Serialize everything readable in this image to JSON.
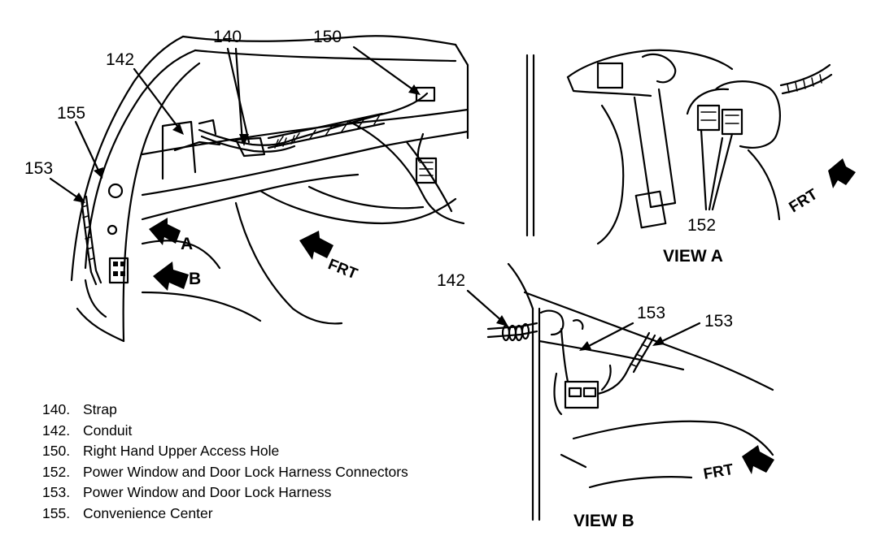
{
  "callouts": {
    "c140": "140",
    "c142": "142",
    "c150": "150",
    "c155": "155",
    "c153": "153",
    "c152": "152",
    "c142b": "142",
    "c153b1": "153",
    "c153b2": "153"
  },
  "arrows": {
    "a": "A",
    "b": "B",
    "frt_main": "FRT",
    "frt_view_a": "FRT",
    "frt_view_b": "FRT"
  },
  "views": {
    "view_a": "VIEW A",
    "view_b": "VIEW B"
  },
  "legend": [
    {
      "num": "140.",
      "text": "Strap"
    },
    {
      "num": "142.",
      "text": "Conduit"
    },
    {
      "num": "150.",
      "text": "Right Hand Upper Access Hole"
    },
    {
      "num": "152.",
      "text": "Power Window and Door Lock Harness Connectors"
    },
    {
      "num": "153.",
      "text": "Power Window and Door Lock Harness"
    },
    {
      "num": "155.",
      "text": "Convenience Center"
    }
  ]
}
